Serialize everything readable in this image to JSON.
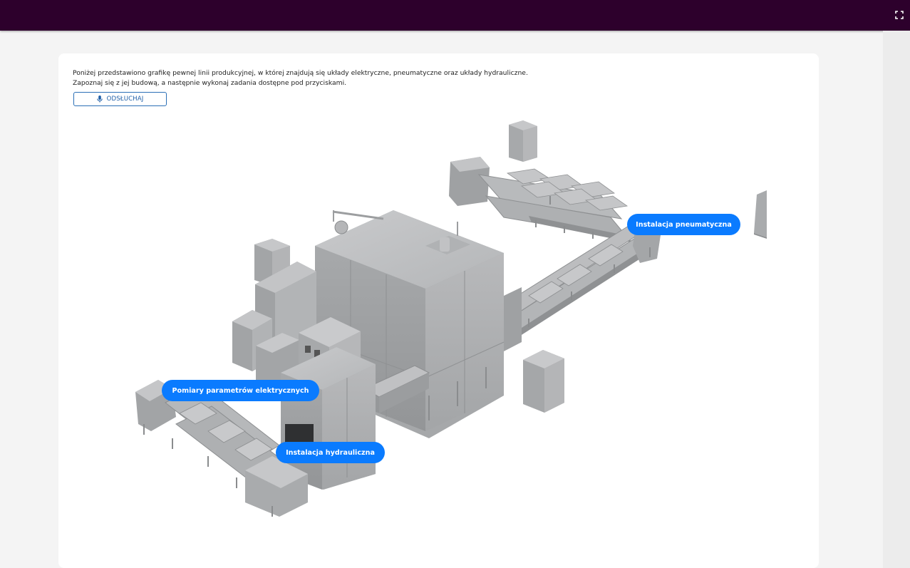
{
  "header": {
    "fullscreen_icon": "fullscreen-icon",
    "background": "#2d002c"
  },
  "content": {
    "intro_text": "Poniżej przedstawiono grafikę pewnej linii produkcyjnej, w której znajdują się układy elektryczne, pneumatyczne oraz układy hydrauliczne. Zapoznaj się z jej budową, a następnie wykonaj zadania dostępne pod przyciskami.",
    "listen_button": {
      "label": "ODSŁUCHAJ",
      "icon": "microphone-icon"
    }
  },
  "hotspots": {
    "pneumatic": "Instalacja pneumatyczna",
    "electrical": "Pomiary parametrów elektrycznych",
    "hydraulic": "Instalacja hydrauliczna"
  },
  "colors": {
    "accent": "#0a7bff",
    "link": "#1f5fa8",
    "machine": "#a9abae"
  }
}
